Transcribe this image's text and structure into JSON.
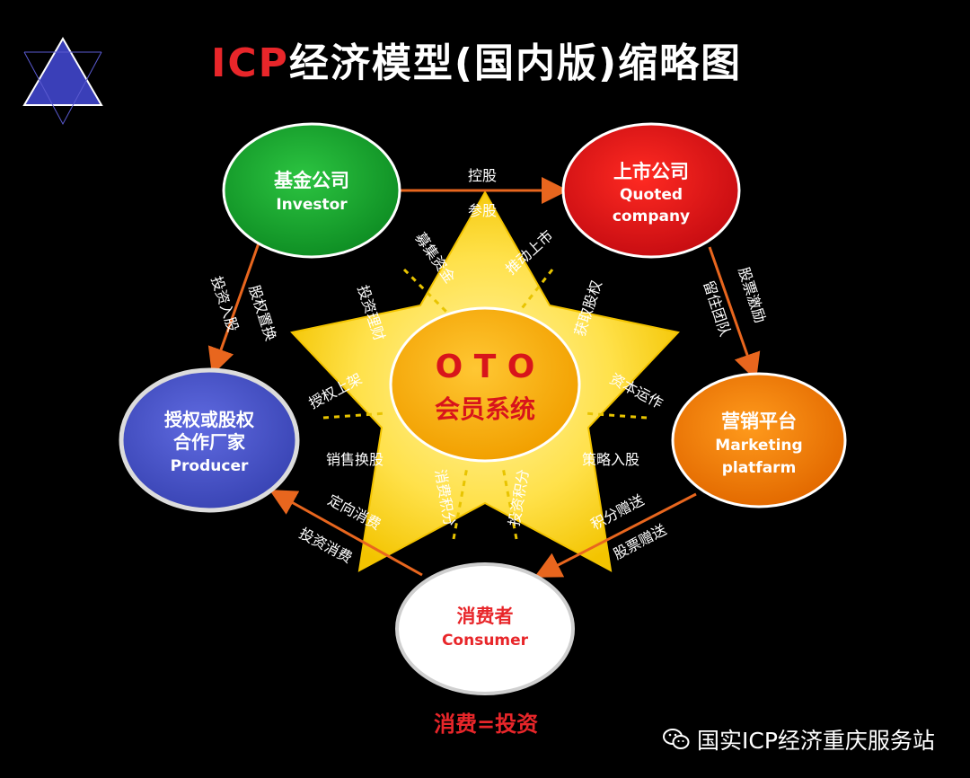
{
  "title": {
    "icp": "ICP",
    "rest": "经济模型(国内版)缩略图"
  },
  "logo": {
    "icon": "triangle-logo-icon"
  },
  "center": {
    "line1": "O T O",
    "line2": "会员系统"
  },
  "nodes": {
    "investor": {
      "zh": "基金公司",
      "en": "Investor",
      "color": "#16a82e"
    },
    "quoted": {
      "zh": "上市公司",
      "en1": "Quoted",
      "en2": "company",
      "color": "#e0161b"
    },
    "producer": {
      "zh1": "授权或股权",
      "zh2": "合作厂家",
      "en": "Producer",
      "color": "#4b56c9"
    },
    "marketing": {
      "zh": "营销平台",
      "en1": "Marketing",
      "en2": "platfarm",
      "color": "#f07b0c"
    },
    "consumer": {
      "zh": "消费者",
      "en": "Consumer",
      "color": "#ffffff"
    }
  },
  "labels": {
    "kongu": "控股",
    "cangu": "参股",
    "touzi_rugu": "投资入股",
    "guquan_zhihuan": "股权置换",
    "gupiao_jili": "股票激励",
    "liuzhu_tuandui": "留住团队",
    "dingxiang_xiaofei": "定向消费",
    "touzi_xiaofei": "投资消费",
    "jifen_zengsong": "积分赠送",
    "gupiao_zengsong": "股票赠送",
    "muji_zijin": "募集资金",
    "touzi_licai": "投资理财",
    "tuidong_shangshi": "推动上市",
    "huoqu_guquan": "获取股权",
    "shouquan_shangjia": "授权上架",
    "xiaoshou_huangu": "销售换股",
    "ziben_yunzuo": "资本运作",
    "celue_rugu": "策略入股",
    "xiaofei_jifen": "消费积分",
    "touzi_jifen": "投资积分"
  },
  "footer": "消费=投资",
  "watermark": {
    "icon": "wechat-icon",
    "text": "国实ICP经济重庆服务站"
  },
  "colors": {
    "arrow": "#e8661e",
    "star": "#f5d000",
    "star_inner": "#ffe97a",
    "title_accent": "#e8262a"
  }
}
